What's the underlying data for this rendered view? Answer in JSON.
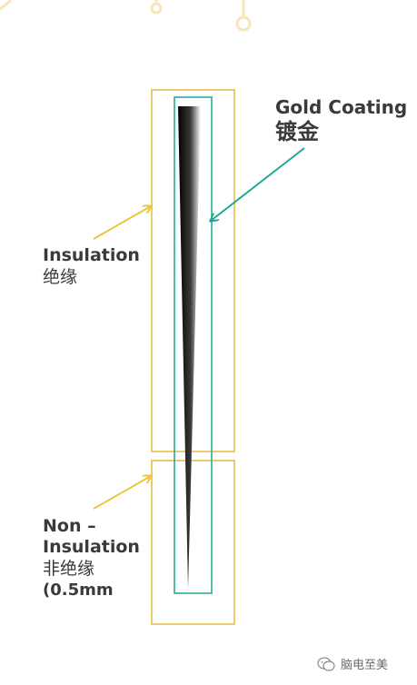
{
  "labels": {
    "gold_coating": {
      "en": "Gold Coating",
      "zh": "镀金"
    },
    "insulation": {
      "en": "Insulation",
      "zh": "绝缘"
    },
    "non_insulation": {
      "en_line1": "Non –",
      "en_line2": "Insulation",
      "zh": "非绝缘",
      "spec": "(0.5mm"
    }
  },
  "watermark": {
    "icon": "wechat-icon",
    "text": "脑电至美"
  },
  "colors": {
    "insulation_outline": "#e8bd4a",
    "coating_outline": "#27ad95",
    "insulation_arrow": "#ecc43e",
    "coating_arrow": "#1fa896",
    "needle_dark": "#000000",
    "needle_light": "#ffffff",
    "text": "#3a3a3a",
    "decoration": "#f7e4b8"
  }
}
